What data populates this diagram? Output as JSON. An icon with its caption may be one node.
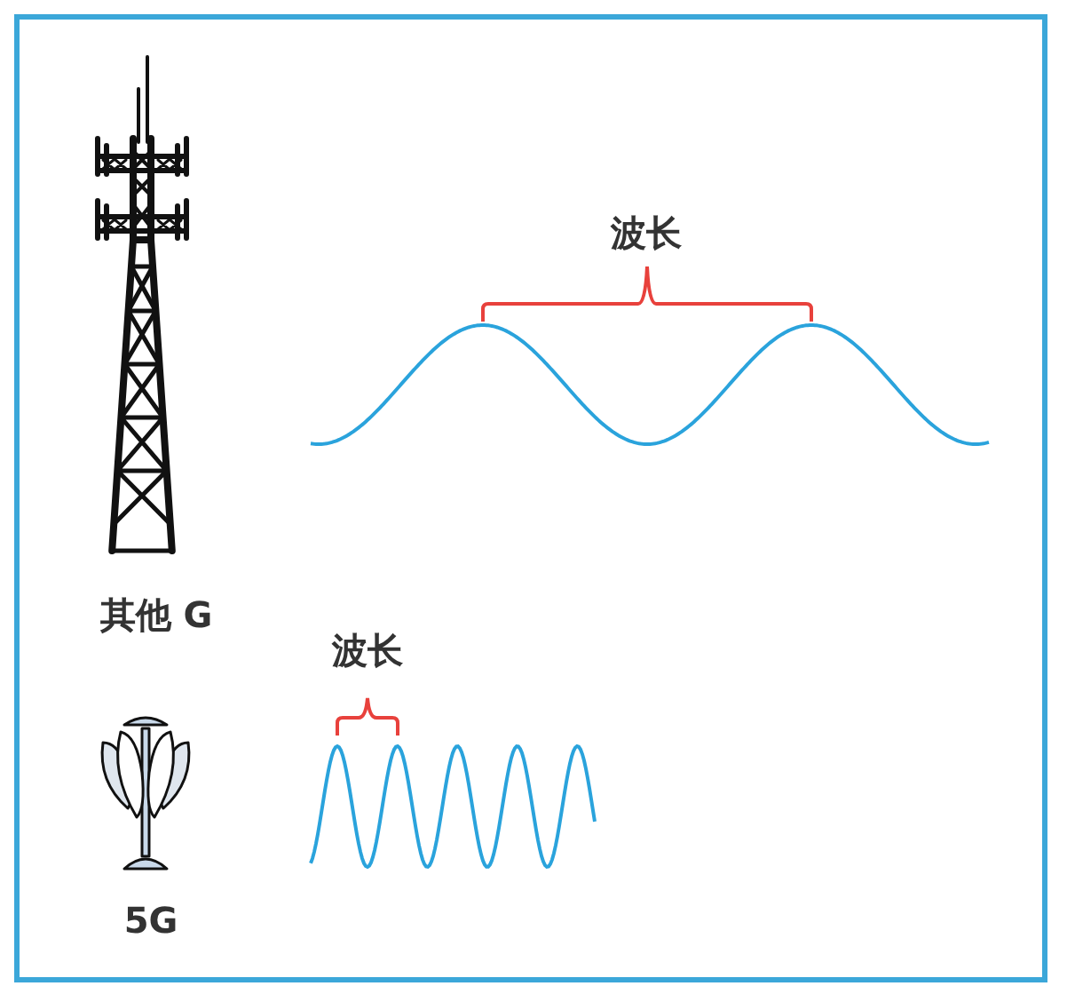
{
  "diagram": {
    "labels": [
      "波长",
      "其他 G",
      "波长",
      "5G"
    ]
  }
}
